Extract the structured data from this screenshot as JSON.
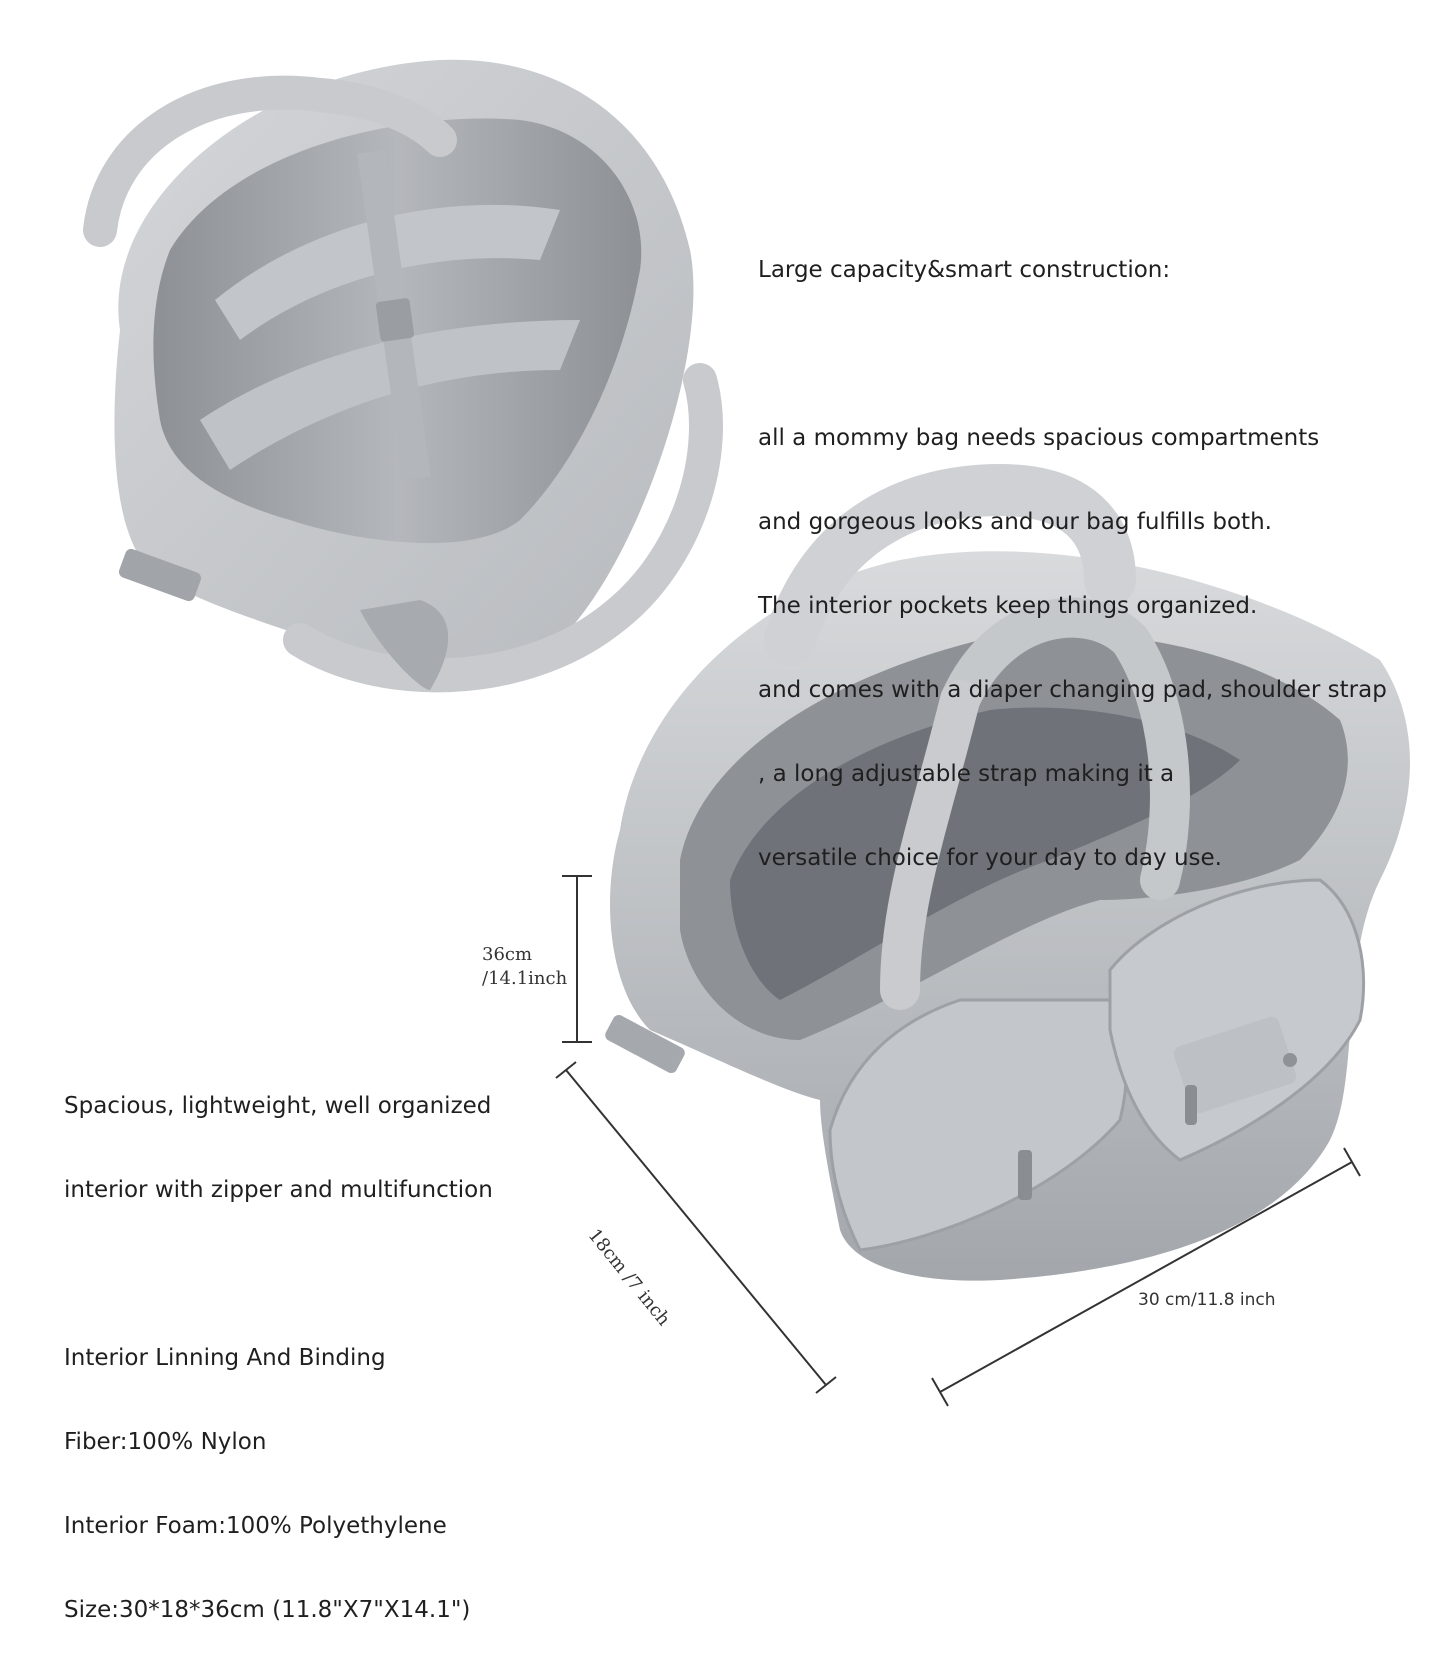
{
  "top_text": {
    "heading": "Large capacity&smart construction:",
    "lines": [
      "all a mommy bag needs spacious compartments",
      "and gorgeous looks and our bag fulfills both.",
      "The interior pockets keep things organized.",
      "and comes with a diaper changing pad, shoulder strap",
      ", a long adjustable strap making it a",
      "versatile choice for your day to day use."
    ]
  },
  "left_text": {
    "intro": [
      "Spacious, lightweight, well organized",
      "interior with zipper and multifunction"
    ],
    "specs": [
      "Interior Linning And Binding",
      "Fiber:100% Nylon",
      "Interior Foam:100% Polyethylene",
      "Size:30*18*36cm (11.8\"X7\"X14.1\")"
    ]
  },
  "dimensions": {
    "height_cm": "36cm",
    "height_in": "/14.1inch",
    "width": "30 cm/11.8 inch",
    "depth": "18cm /7 inch"
  },
  "colors": {
    "bag_outer": "#c9cbce",
    "bag_shadow": "#a9acb0",
    "bag_lining": "#9ea2a7",
    "bag_lining_dark": "#7d8187",
    "dimension_line": "#333333"
  }
}
